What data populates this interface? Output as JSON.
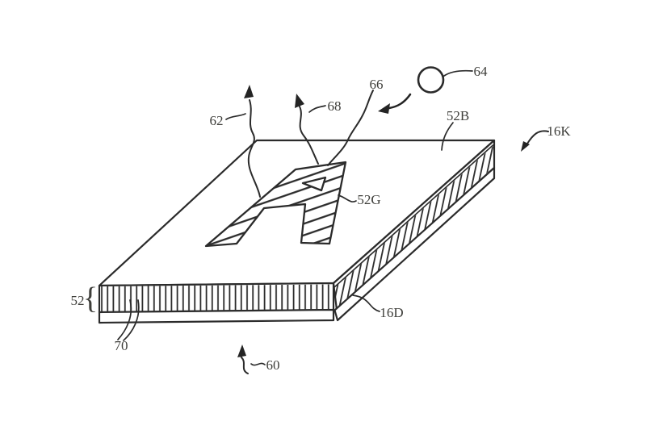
{
  "figure": {
    "type": "patent-line-drawing",
    "description_visible_elements": "isometric slab with hatched letter A on top, hatched laminated side layers, reference numerals with leader arrows",
    "background_color": "#ffffff",
    "ink_color": "#2b2b2b",
    "label_color": "#3e3e3a",
    "labels": {
      "ref62": "62",
      "ref68": "68",
      "ref66": "66",
      "ref64": "64",
      "ref52B": "52B",
      "ref16K": "16K",
      "ref52G": "52G",
      "ref52": "52",
      "ref70": "70",
      "ref60": "60",
      "ref16D": "16D",
      "brace": "{"
    }
  }
}
